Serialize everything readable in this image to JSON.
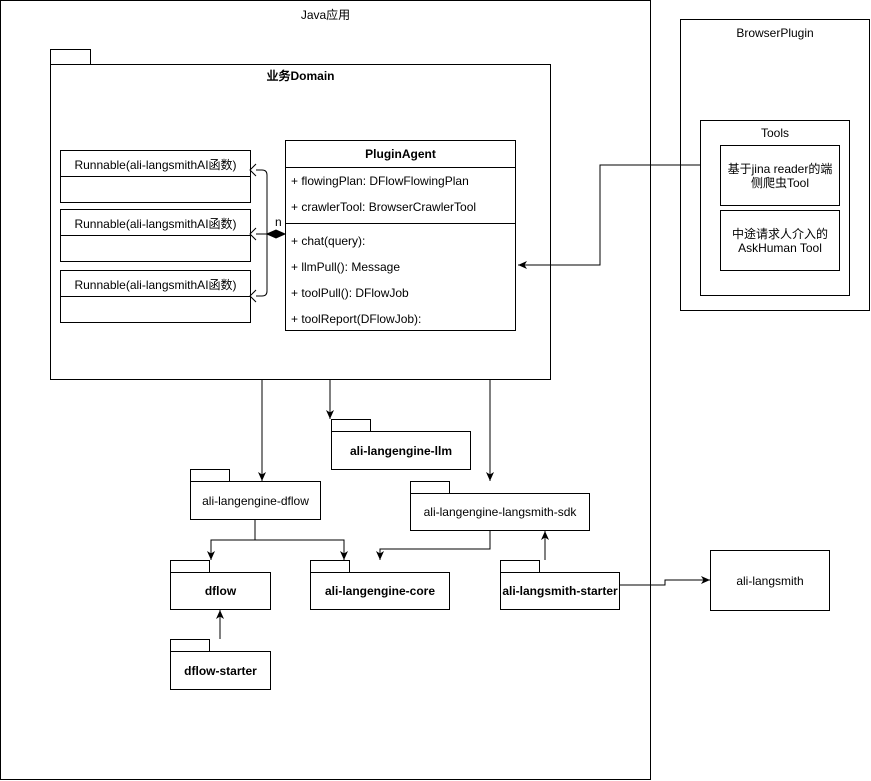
{
  "java_app": {
    "title": "Java应用"
  },
  "browser_plugin": {
    "title": "BrowserPlugin",
    "tools": {
      "title": "Tools",
      "crawler_tool": "基于jina reader的端侧爬虫Tool",
      "ask_human_tool": "中途请求人介入的AskHuman Tool"
    }
  },
  "domain": {
    "title": "业务Domain",
    "runnables": [
      "Runnable(ali-langsmithAI函数)",
      "Runnable(ali-langsmithAI函数)",
      "Runnable(ali-langsmithAI函数)"
    ],
    "multiplicity": "n",
    "plugin_agent": {
      "name": "PluginAgent",
      "fields": [
        "+ flowingPlan: DFlowFlowingPlan",
        "+ crawlerTool: BrowserCrawlerTool"
      ],
      "methods": [
        "+ chat(query):",
        "+ llmPull(): Message",
        "+ toolPull(): DFlowJob",
        "+ toolReport(DFlowJob):"
      ]
    }
  },
  "packages": {
    "llm": "ali-langengine-llm",
    "dflow": "ali-langengine-dflow",
    "langsmith_sdk": "ali-langengine-langsmith-sdk",
    "dflow_core": "dflow",
    "core": "ali-langengine-core",
    "langsmith_starter": "ali-langsmith-starter",
    "dflow_starter": "dflow-starter"
  },
  "external": {
    "ali_langsmith": "ali-langsmith"
  }
}
